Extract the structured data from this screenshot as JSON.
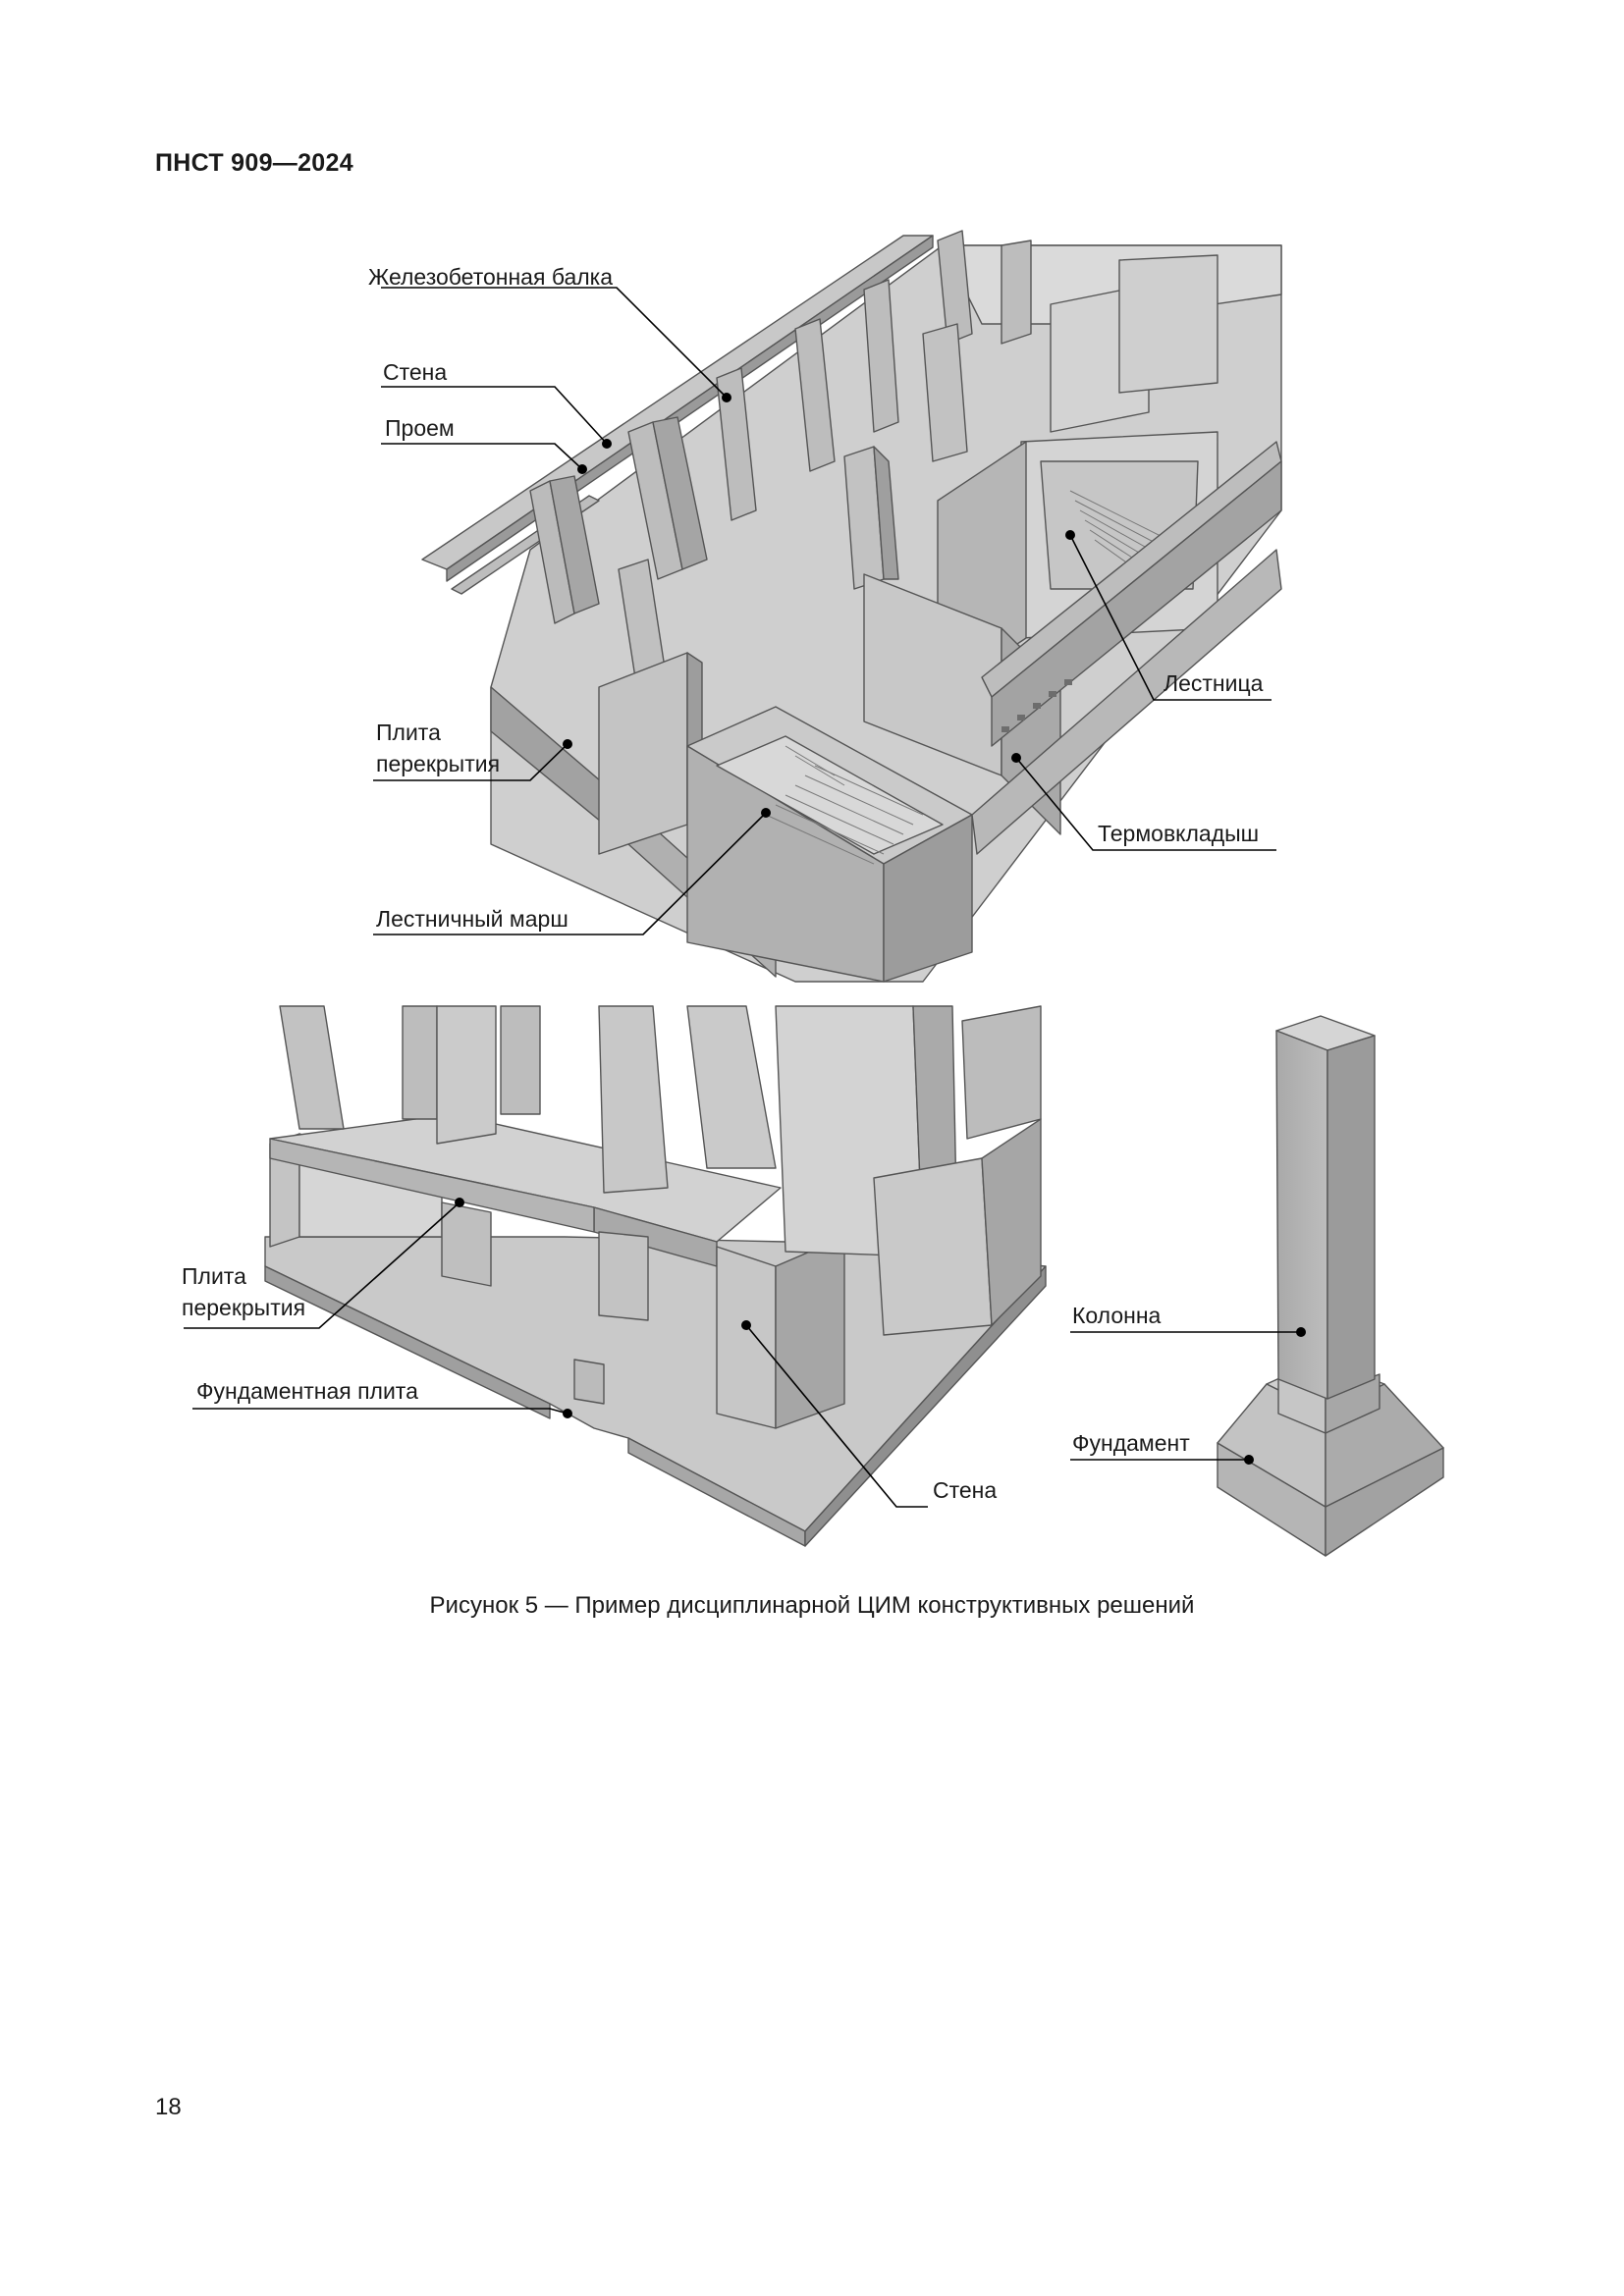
{
  "header": {
    "doc_id": "ПНСТ 909—2024"
  },
  "figure": {
    "caption": "Рисунок 5 — Пример дисциплинарной ЦИМ конструктивных решений",
    "top_labels": {
      "beam": "Железобетонная балка",
      "wall": "Стена",
      "opening": "Проем",
      "slab_line1": "Плита",
      "slab_line2": "перекрытия",
      "stair_flight": "Лестничный марш",
      "staircase": "Лестница",
      "thermal_insert": "Термовкладыш"
    },
    "bottom_labels": {
      "slab_line1": "Плита",
      "slab_line2": "перекрытия",
      "foundation_slab": "Фундаментная плита",
      "wall": "Стена"
    },
    "column_labels": {
      "column": "Колонна",
      "foundation": "Фундамент"
    }
  },
  "footer": {
    "page_number": "18"
  }
}
